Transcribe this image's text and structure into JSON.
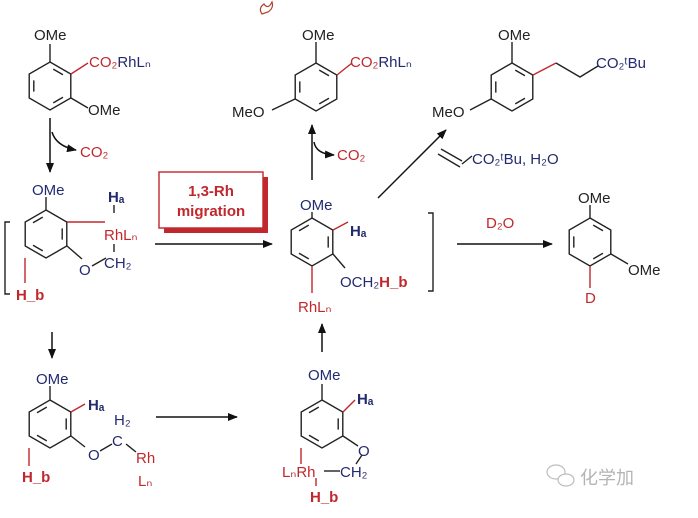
{
  "colors": {
    "navy": "#232a6e",
    "red": "#c0282d",
    "bond": "#222222"
  },
  "m1": {
    "ome_top": "OMe",
    "co2": "CO₂",
    "rhln": "RhLₙ",
    "ome_bottom": "OMe"
  },
  "step1": {
    "co2_lost": "CO₂"
  },
  "m2": {
    "ome": "OMe",
    "ha": "Hₐ",
    "rhln": "RhLₙ",
    "ch2": "CH₂",
    "o": "O",
    "hb": "H_b"
  },
  "migration_box": {
    "line1": "1,3-Rh",
    "line2": "migration"
  },
  "m3": {
    "ome": "OMe",
    "ha": "Hₐ",
    "och2": "OCH₂",
    "hb": "H_b",
    "rhln": "RhLₙ"
  },
  "step2": {
    "co2_lost": "CO₂"
  },
  "m4": {
    "ome": "OMe",
    "co2": "CO₂",
    "rhln": "RhLₙ",
    "meo": "MeO"
  },
  "reagent_acrylate": {
    "text": "CO₂ᵗBu, H₂O"
  },
  "m5": {
    "ome": "OMe",
    "ester": "CO₂ᵗBu",
    "meo": "MeO"
  },
  "reagent_d2o": {
    "text": "D₂O"
  },
  "m6": {
    "ome_top": "OMe",
    "ome_right": "OMe",
    "d": "D"
  },
  "m7": {
    "ome": "OMe",
    "ha": "Hₐ",
    "h2": "H₂",
    "o": "O",
    "c": "C",
    "rh": "Rh",
    "ln": "Lₙ",
    "hb": "H_b"
  },
  "m8": {
    "ome": "OMe",
    "ha": "Hₐ",
    "o": "O",
    "ch2": "CH₂",
    "lnrh": "LₙRh",
    "hb": "H_b"
  },
  "watermark": {
    "text": "化学加"
  }
}
